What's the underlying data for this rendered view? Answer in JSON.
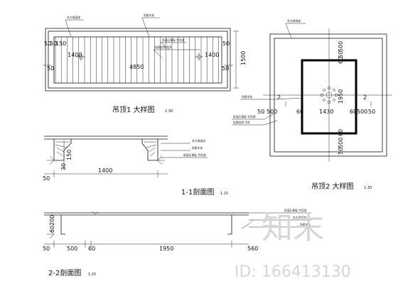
{
  "titles": {
    "ceiling1": "吊顶1 大样图",
    "ceiling1_scale": "1:30",
    "ceiling2": "吊顶2 大样图",
    "ceiling2_scale": "1:30",
    "section1": "1-1剖面图",
    "section1_scale": "1:15",
    "section2": "2-2剖面图",
    "section2_scale": "1:15"
  },
  "plan1": {
    "width_dim": "4850",
    "height_dim": "1500",
    "left_edge": "50",
    "right_edge": "50",
    "inner_left": "1400",
    "inner_right": "1400",
    "slat_spacing": "50",
    "slat_width": "150",
    "label_a": "木方刷清漆",
    "label_b": "防腐木条",
    "label_c": "纸面石膏板 专用漆",
    "label_d": "轻钢龙骨 吊杆"
  },
  "plan2": {
    "width_dim": "1430",
    "left_a": "50",
    "left_b": "500",
    "left_c": "60",
    "right_a": "60",
    "right_b": "500",
    "right_c": "50",
    "top_a": "50",
    "top_b": "500",
    "top_c": "60",
    "side_dim": "1950",
    "bottom_a": "60",
    "bottom_b": "500",
    "bottom_c": "50",
    "marker": "2",
    "label_a": "木方刷清漆",
    "label_b": "纸面石膏板 专用漆",
    "label_c": "轻钢龙骨 吊杆",
    "label_d": "防腐木条"
  },
  "section1": {
    "span": "1400",
    "edge": "50",
    "height_a": "150",
    "height_b": "30",
    "label_a": "木方刷清漆",
    "label_b": "防腐木条",
    "label_c": "纸面石膏板 专用漆"
  },
  "section2": {
    "dims": [
      "50",
      "500",
      "60",
      "1950",
      "560"
    ],
    "height_a": "200",
    "height_b": "60",
    "label_a": "纸面石膏板 专用漆",
    "label_b": "木方刷清漆",
    "label_c": "防腐木条"
  },
  "watermark": {
    "brand": "知末",
    "id": "ID: 166413130"
  }
}
